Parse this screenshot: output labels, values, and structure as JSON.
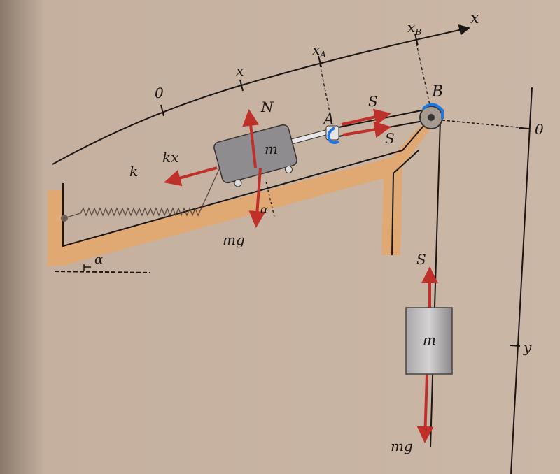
{
  "colors": {
    "page": "#cbb6a5",
    "support": "#e0a872",
    "force": "#c0302a",
    "block": "#8e8c8e",
    "highlight": "#1e78e0"
  },
  "axis_x": {
    "label": "x",
    "ticks": [
      {
        "main": "0",
        "sub": ""
      },
      {
        "main": "x",
        "sub": ""
      },
      {
        "main": "x",
        "sub": "A"
      },
      {
        "main": "x",
        "sub": "B"
      }
    ]
  },
  "axis_y": {
    "label": "y",
    "zero": "0"
  },
  "points": {
    "A": "A",
    "B": "B"
  },
  "forces": {
    "N": "N",
    "S_top": "S",
    "S_bottom": "S",
    "kx": "kx",
    "mg_block": "mg",
    "S_hanging": "S",
    "mg_hanging": "mg"
  },
  "labels": {
    "spring": "k",
    "block_mass": "m",
    "hanging_mass": "m",
    "angle_normal": "α",
    "angle_base": "α"
  }
}
